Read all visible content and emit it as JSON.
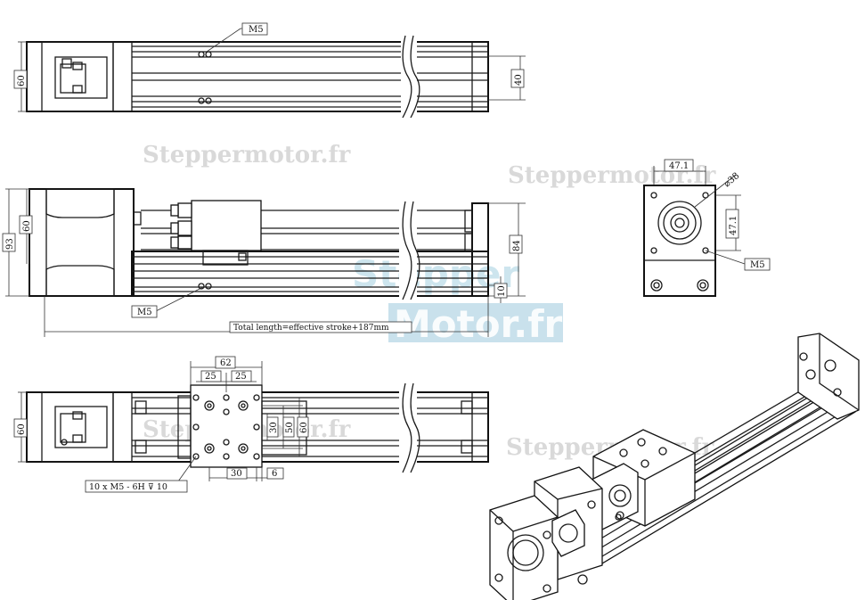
{
  "watermarks": {
    "site": "Steppermotor.fr",
    "logo_top": "Stepper",
    "logo_bottom": "Motor.fr"
  },
  "top_view": {
    "label_m5": "M5",
    "dim_height": "60",
    "dim_rail": "40"
  },
  "side_view": {
    "dim_93": "93",
    "dim_60": "60",
    "dim_84": "84",
    "dim_10": "10",
    "label_m5": "M5",
    "total_length": "Total length=effective stroke+187mm"
  },
  "end_view": {
    "dim_top": "47.1",
    "dim_side": "47.1",
    "dim_dia": "⌀38",
    "label_m5": "M5"
  },
  "carriage_view": {
    "dim_height": "60",
    "dim_62": "62",
    "dim_25a": "25",
    "dim_25b": "25",
    "dim_30v": "30",
    "dim_50v": "50",
    "dim_60v": "60",
    "dim_30h": "30",
    "dim_6": "6",
    "hole_note": "10 x  M5 - 6H ⊽ 10"
  }
}
